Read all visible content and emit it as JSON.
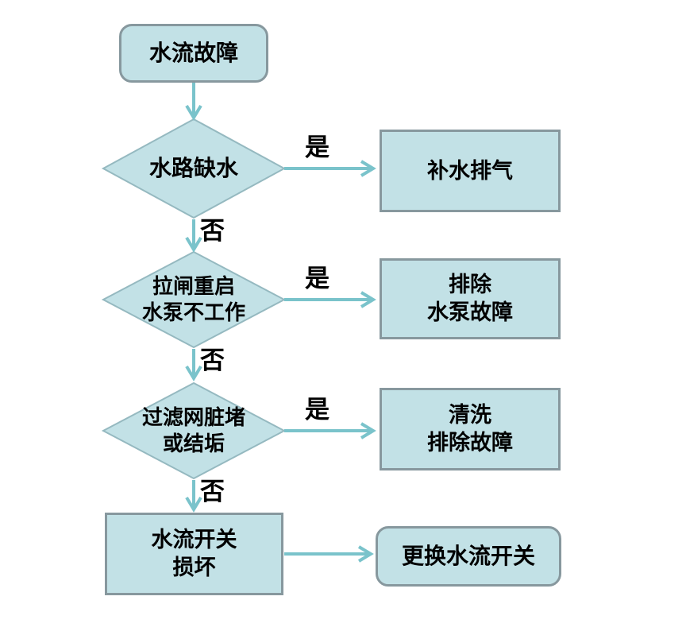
{
  "colors": {
    "node_fill": "#c2e1e6",
    "box_border": "#87989e",
    "diamond_border": "#95b9c0",
    "arrow": "#7ac3cb",
    "text": "#000000",
    "background": "#ffffff"
  },
  "nodes": {
    "start": {
      "label": "水流故障"
    },
    "decision1": {
      "label": "水路缺水"
    },
    "process1": {
      "label": "补水排气"
    },
    "decision2": {
      "line1": "拉闸重启",
      "line2": "水泵不工作"
    },
    "process2": {
      "line1": "排除",
      "line2": "水泵故障"
    },
    "decision3": {
      "line1": "过滤网脏堵",
      "line2": "或结垢"
    },
    "process3": {
      "line1": "清洗",
      "line2": "排除故障"
    },
    "process4": {
      "line1": "水流开关",
      "line2": "损坏"
    },
    "end": {
      "label": "更换水流开关"
    }
  },
  "edge_labels": {
    "yes1": "是",
    "no1": "否",
    "yes2": "是",
    "no2": "否",
    "yes3": "是",
    "no3": "否"
  }
}
